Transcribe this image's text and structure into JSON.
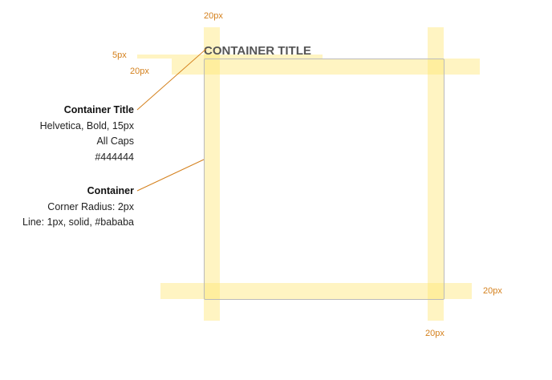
{
  "title": "CONTAINER TITLE",
  "dimensions": {
    "top_gutter": "20px",
    "title_gap": "5px",
    "title_band": "20px",
    "right_gutter": "20px",
    "bottom_gutter": "20px"
  },
  "annotations": {
    "container_title": {
      "heading": "Container Title",
      "lines": [
        "Helvetica, Bold, 15px",
        "All Caps",
        "#444444"
      ]
    },
    "container": {
      "heading": "Container",
      "lines": [
        "Corner Radius: 2px",
        "Line: 1px, solid, #bababa"
      ]
    }
  },
  "colors": {
    "guide_band": "#fff0b3",
    "dimension_label": "#d4801c",
    "container_border": "#bababa",
    "title_text": "#555555"
  }
}
